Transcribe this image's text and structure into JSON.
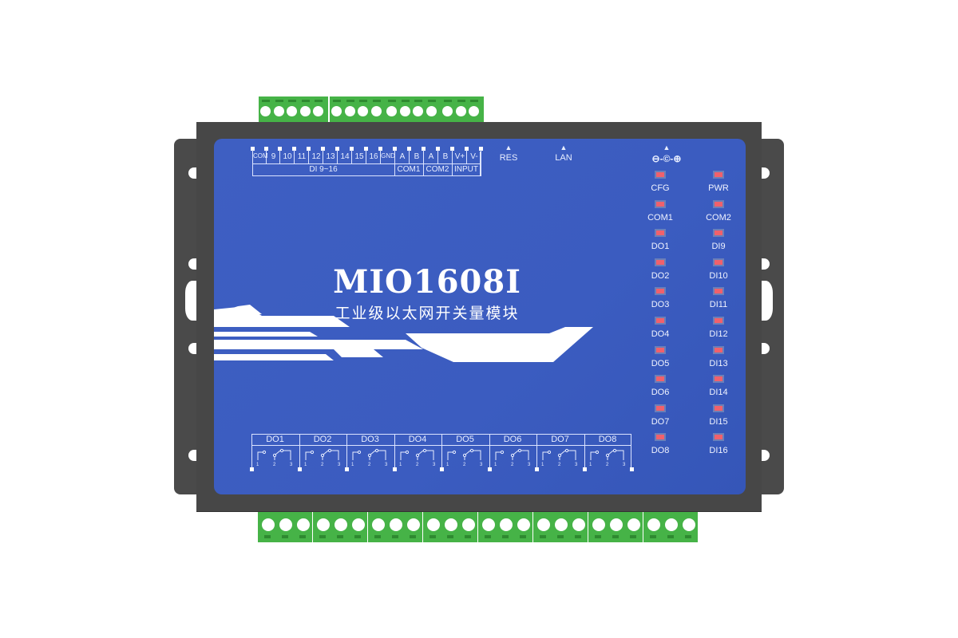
{
  "device": {
    "model": "MIO1608I",
    "subtitle": "工业级以太网开关量模块",
    "colors": {
      "panel": "#3e5fc2",
      "case": "#474747",
      "terminal": "#46b347",
      "led": "#f0616c",
      "text": "#ffffff"
    }
  },
  "top_terminals": {
    "pins": [
      "COM",
      "9",
      "10",
      "11",
      "12",
      "13",
      "14",
      "15",
      "16",
      "GND",
      "A",
      "B",
      "A",
      "B",
      "V+",
      "V-"
    ],
    "groups": [
      {
        "label": "DI 9~16"
      },
      {
        "label": "COM1"
      },
      {
        "label": "COM2"
      },
      {
        "label": "INPUT"
      }
    ]
  },
  "ports": {
    "res": "RES",
    "lan": "LAN",
    "power_symbol": "⊖-©-⊕"
  },
  "leds": {
    "left": [
      "CFG",
      "COM1",
      "DO1",
      "DO2",
      "DO3",
      "DO4",
      "DO5",
      "DO6",
      "DO7",
      "DO8"
    ],
    "right": [
      "PWR",
      "COM2",
      "DI9",
      "DI10",
      "DI11",
      "DI12",
      "DI13",
      "DI14",
      "DI15",
      "DI16"
    ]
  },
  "bottom_terminals": {
    "groups": [
      "DO1",
      "DO2",
      "DO3",
      "DO4",
      "DO5",
      "DO6",
      "DO7",
      "DO8"
    ],
    "relay_pins": [
      "1",
      "2",
      "3"
    ]
  }
}
